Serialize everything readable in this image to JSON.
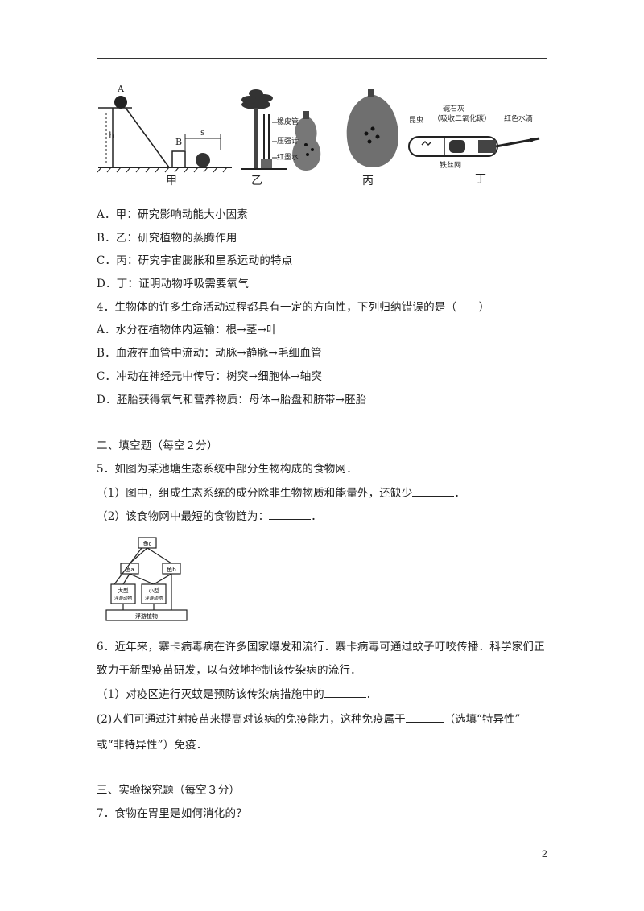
{
  "figure_row": {
    "jia": {
      "label": "甲",
      "point_a": "A",
      "point_b": "B",
      "height_mark": "h",
      "distance_mark": "s"
    },
    "yi": {
      "label": "乙",
      "callouts": [
        "橡皮管",
        "压强计",
        "红墨水"
      ]
    },
    "bing": {
      "label": "丙"
    },
    "ding": {
      "label": "丁",
      "callouts": [
        "昆虫",
        "碱石灰",
        "（吸收二氧化碳）",
        "红色水滴",
        "铁丝网"
      ]
    }
  },
  "q3_options": [
    "A．甲：研究影响动能大小因素",
    "B．乙：研究植物的蒸腾作用",
    "C．丙：研究宇宙膨胀和星系运动的特点",
    "D．丁：证明动物呼吸需要氧气"
  ],
  "q4": {
    "stem": "4．生物体的许多生命活动过程都具有一定的方向性，下列归纳错误的是（　　）",
    "options": [
      "A．水分在植物体内运输：根→茎→叶",
      "B．血液在血管中流动：动脉→静脉→毛细血管",
      "C．冲动在神经元中传导：树突→细胞体→轴突",
      "D．胚胎获得氧气和营养物质：母体→胎盘和脐带→胚胎"
    ]
  },
  "section2": {
    "title": "二、填空题（每空２分）",
    "q5_stem": "5．如图为某池塘生态系统中部分生物构成的食物网．",
    "q5_1_before": "（1）图中，组成生态系统的成分除非生物物质和能量外，还缺少",
    "q5_1_after": "．",
    "q5_2_before": "（2）该食物网中最短的食物链为：",
    "q5_2_after": "．",
    "foodweb": {
      "top": "鱼c",
      "mid_left": "鱼a",
      "mid_right": "鱼b",
      "low_left_1": "大型",
      "low_left_2": "浮游动物",
      "low_right_1": "小型",
      "low_right_2": "浮游动物",
      "bottom": "浮游植物"
    },
    "q6_line1": "6．近年来，寨卡病毒病在许多国家爆发和流行．寨卡病毒可通过蚊子叮咬传播．科学家们正",
    "q6_line2": "致力于新型疫苗研发，以有效地控制该传染病的流行．",
    "q6_1_before": "（1）对疫区进行灭蚊是预防该传染病措施中的",
    "q6_1_after": "．",
    "q6_2_before": "(2)人们可通过注射疫苗来提高对该病的免疫能力，这种免疫属于",
    "q6_2_after": "（选填“特异性”",
    "q6_2_line2": "或“非特异性”）免疫．"
  },
  "section3": {
    "title": "三、实验探究题（每空３分）",
    "q7": "7．食物在胃里是如何消化的？"
  },
  "page_number": "2"
}
